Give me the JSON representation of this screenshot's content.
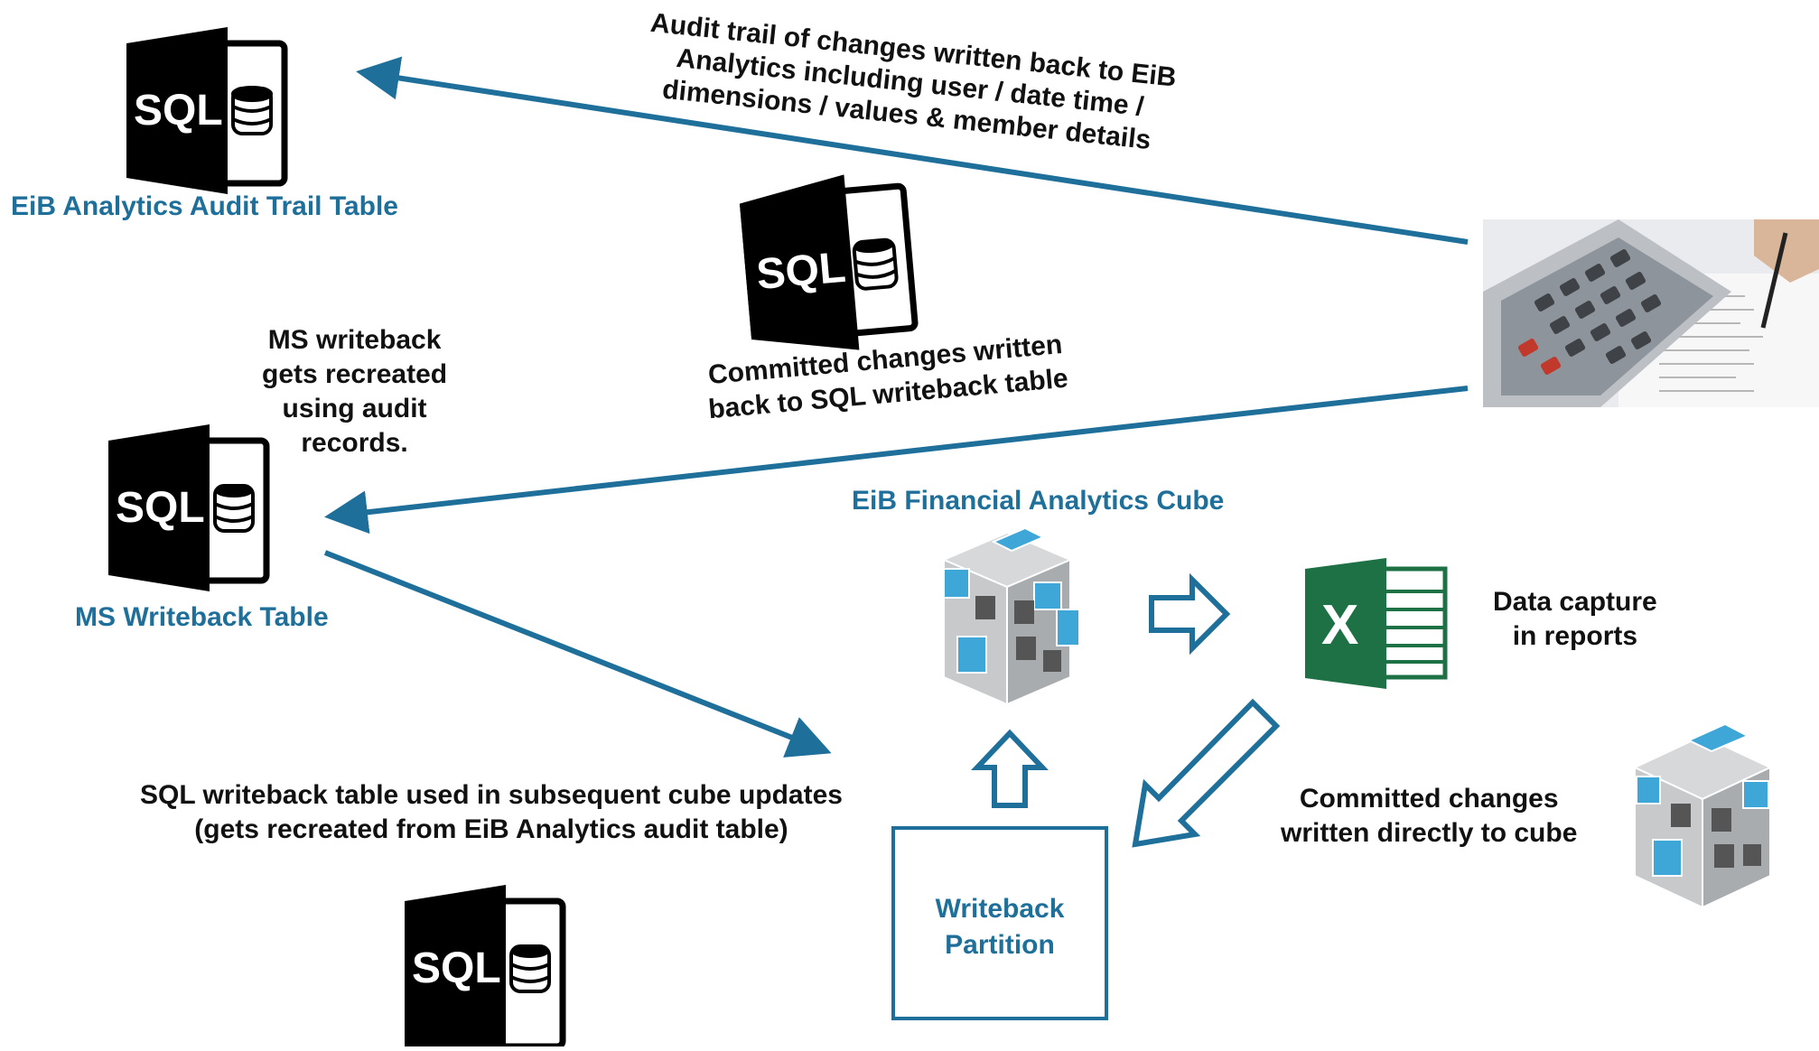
{
  "labels": {
    "audit_trail_note": [
      "Audit trail of changes written back to EiB",
      "Analytics including user / date time /",
      "dimensions / values & member details"
    ],
    "audit_trail_table": "EiB Analytics Audit Trail Table",
    "committed_sql_note": [
      "Committed changes written",
      "back to SQL writeback table"
    ],
    "ms_recreate_note": [
      "MS writeback",
      "gets recreated",
      "using audit",
      "records."
    ],
    "ms_writeback_table": "MS Writeback Table",
    "cube_title": "EiB Financial Analytics Cube",
    "data_capture": [
      "Data capture",
      "in reports"
    ],
    "sql_subsequent_note": [
      "SQL writeback table used in subsequent cube updates",
      "(gets recreated from EiB Analytics audit table)"
    ],
    "committed_cube_note": [
      "Committed changes",
      "written directly to cube"
    ],
    "writeback_partition": [
      "Writeback",
      "Partition"
    ]
  },
  "icons": {
    "sql_text": "SQL",
    "excel_letter": "X"
  },
  "colors": {
    "accent_blue": "#1f6f9b",
    "text": "#111111",
    "cube_blue": "#3fa6d8",
    "excel_green": "#1e7145"
  }
}
